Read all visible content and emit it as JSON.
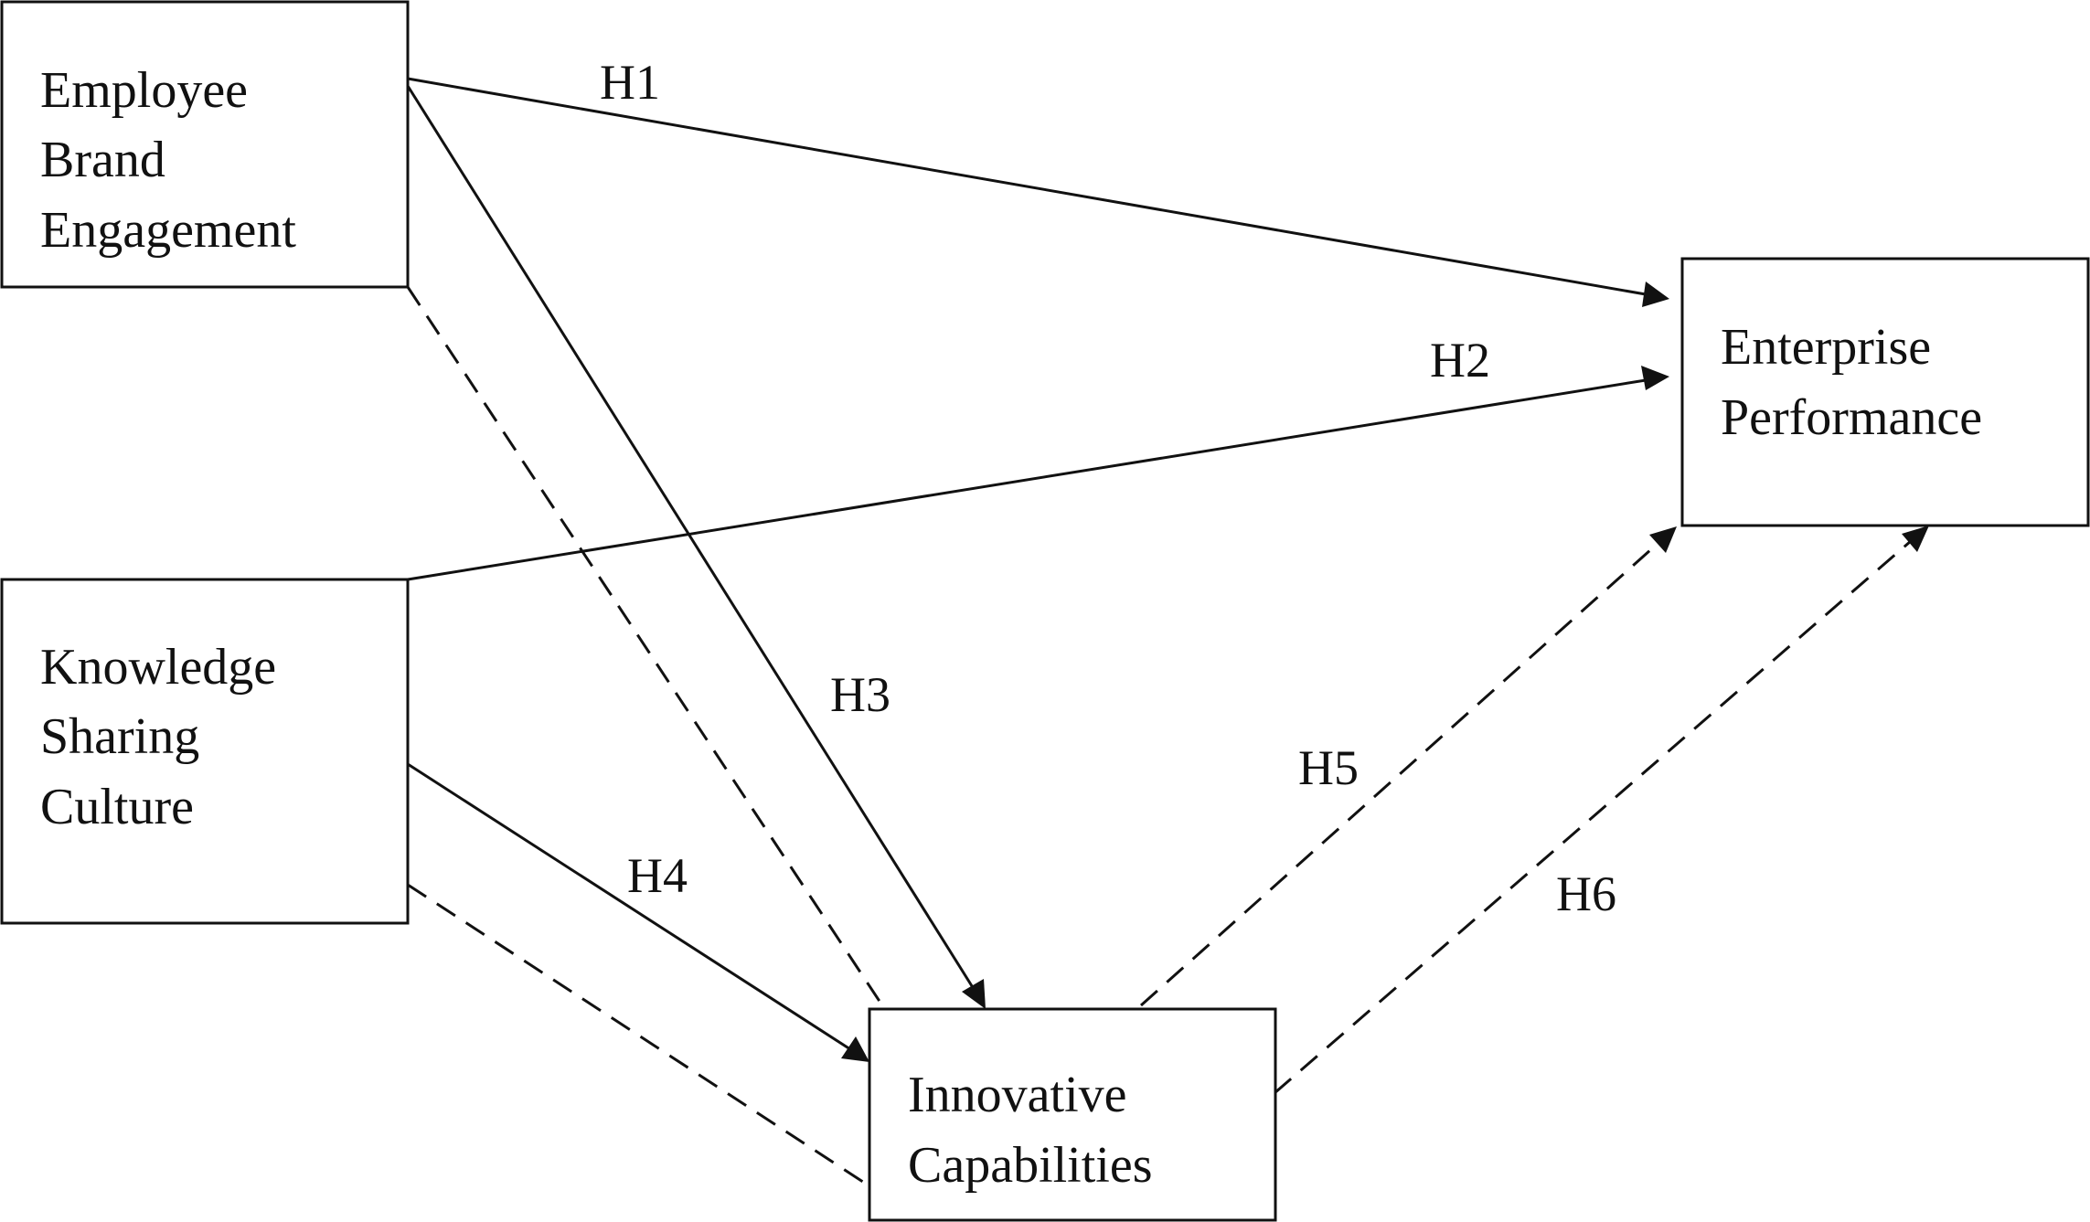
{
  "nodes": {
    "ebe": {
      "lines": [
        "Employee",
        "Brand",
        "Engagement"
      ]
    },
    "ksc": {
      "lines": [
        "Knowledge",
        "Sharing",
        "Culture"
      ]
    },
    "ep": {
      "lines": [
        "Enterprise",
        "Performance"
      ]
    },
    "ic": {
      "lines": [
        "Innovative",
        "Capabilities"
      ]
    }
  },
  "edges": [
    {
      "from": "ebe",
      "to": "ep",
      "label": "H1",
      "style": "solid",
      "arrow": true
    },
    {
      "from": "ksc",
      "to": "ep",
      "label": "H2",
      "style": "solid",
      "arrow": true
    },
    {
      "from": "ebe",
      "to": "ic",
      "label": "H3",
      "style": "solid",
      "arrow": true
    },
    {
      "from": "ksc",
      "to": "ic",
      "label": "H4",
      "style": "solid",
      "arrow": true
    },
    {
      "from": "ic",
      "to": "ep",
      "label": "H5",
      "style": "dashed",
      "arrow": true
    },
    {
      "from": "ic",
      "to": "ep",
      "label": "H6",
      "style": "dashed",
      "arrow": true
    },
    {
      "from": "ebe",
      "to": "ic",
      "label": "",
      "style": "dashed",
      "arrow": false
    },
    {
      "from": "ksc",
      "to": "ic",
      "label": "",
      "style": "dashed",
      "arrow": false
    }
  ],
  "colors": {
    "stroke": "#111111",
    "background": "#ffffff"
  }
}
